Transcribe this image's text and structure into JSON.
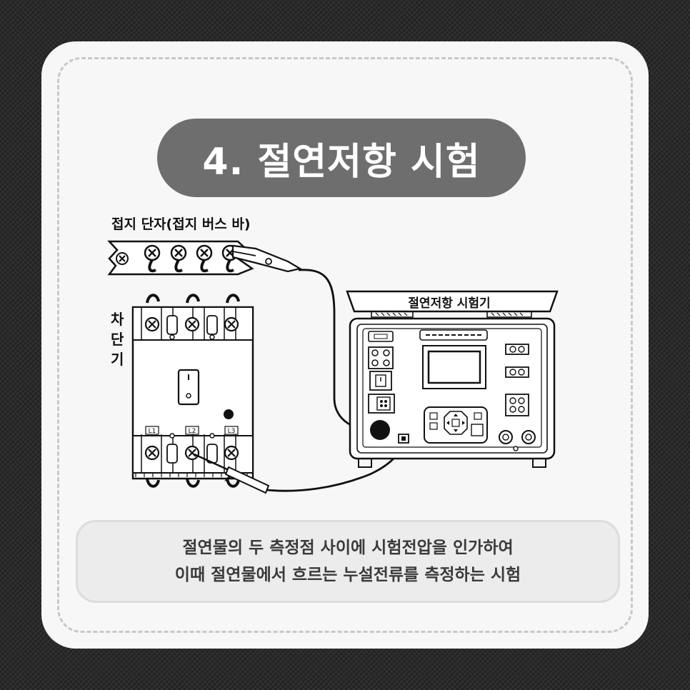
{
  "title": "4. 절연저항 시험",
  "labels": {
    "ground_terminal": "접지 단자(접지 버스 바)",
    "breaker_chars": [
      "차",
      "단",
      "기"
    ],
    "tester": "절연저항 시험기",
    "phases": [
      "L1",
      "L2",
      "L3"
    ]
  },
  "caption": {
    "line1": "절연물의 두 측정점 사이에 시험전압을 인가하여",
    "line2": "이때 절연물에서 흐르는 누설전류를 측정하는 시험"
  }
}
